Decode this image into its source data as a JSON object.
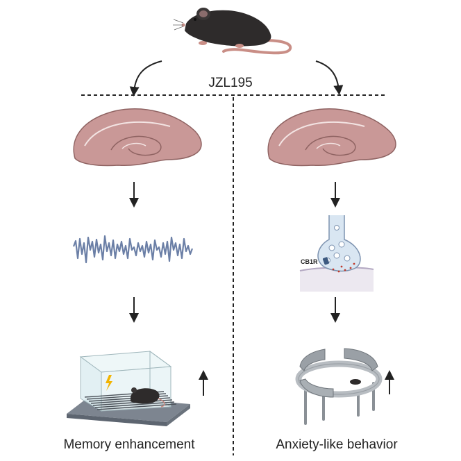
{
  "drug_label": "JZL195",
  "left_branch": {
    "caption": "Memory enhancement",
    "trend": "up-arrow"
  },
  "right_branch": {
    "caption": "Anxiety-like behavior",
    "trend": "up-arrow",
    "receptor_label": "CB1R"
  },
  "colors": {
    "mouse": "#2e2b2b",
    "mouse_tail": "#c98e86",
    "hippocampus_fill": "#c99897",
    "hippocampus_outline": "#8f6362",
    "eeg_trace": "#6b7fa6",
    "synapse_fill": "#d9e6f2",
    "postsynaptic_fill": "#ece8f0",
    "vesicle_dot": "#c0392b",
    "receptor": "#3d5a80",
    "cage_glass": "#dfeff2",
    "grid_floor": "#7d8590",
    "lightning": "#f2b400",
    "maze_metal": "#9aa0a6",
    "arrow": "#222222"
  },
  "icons": [
    "mouse-icon",
    "hippocampus-icon",
    "eeg-trace-icon",
    "synapse-icon",
    "fear-conditioning-cage-icon",
    "elevated-maze-icon",
    "lightning-icon"
  ]
}
